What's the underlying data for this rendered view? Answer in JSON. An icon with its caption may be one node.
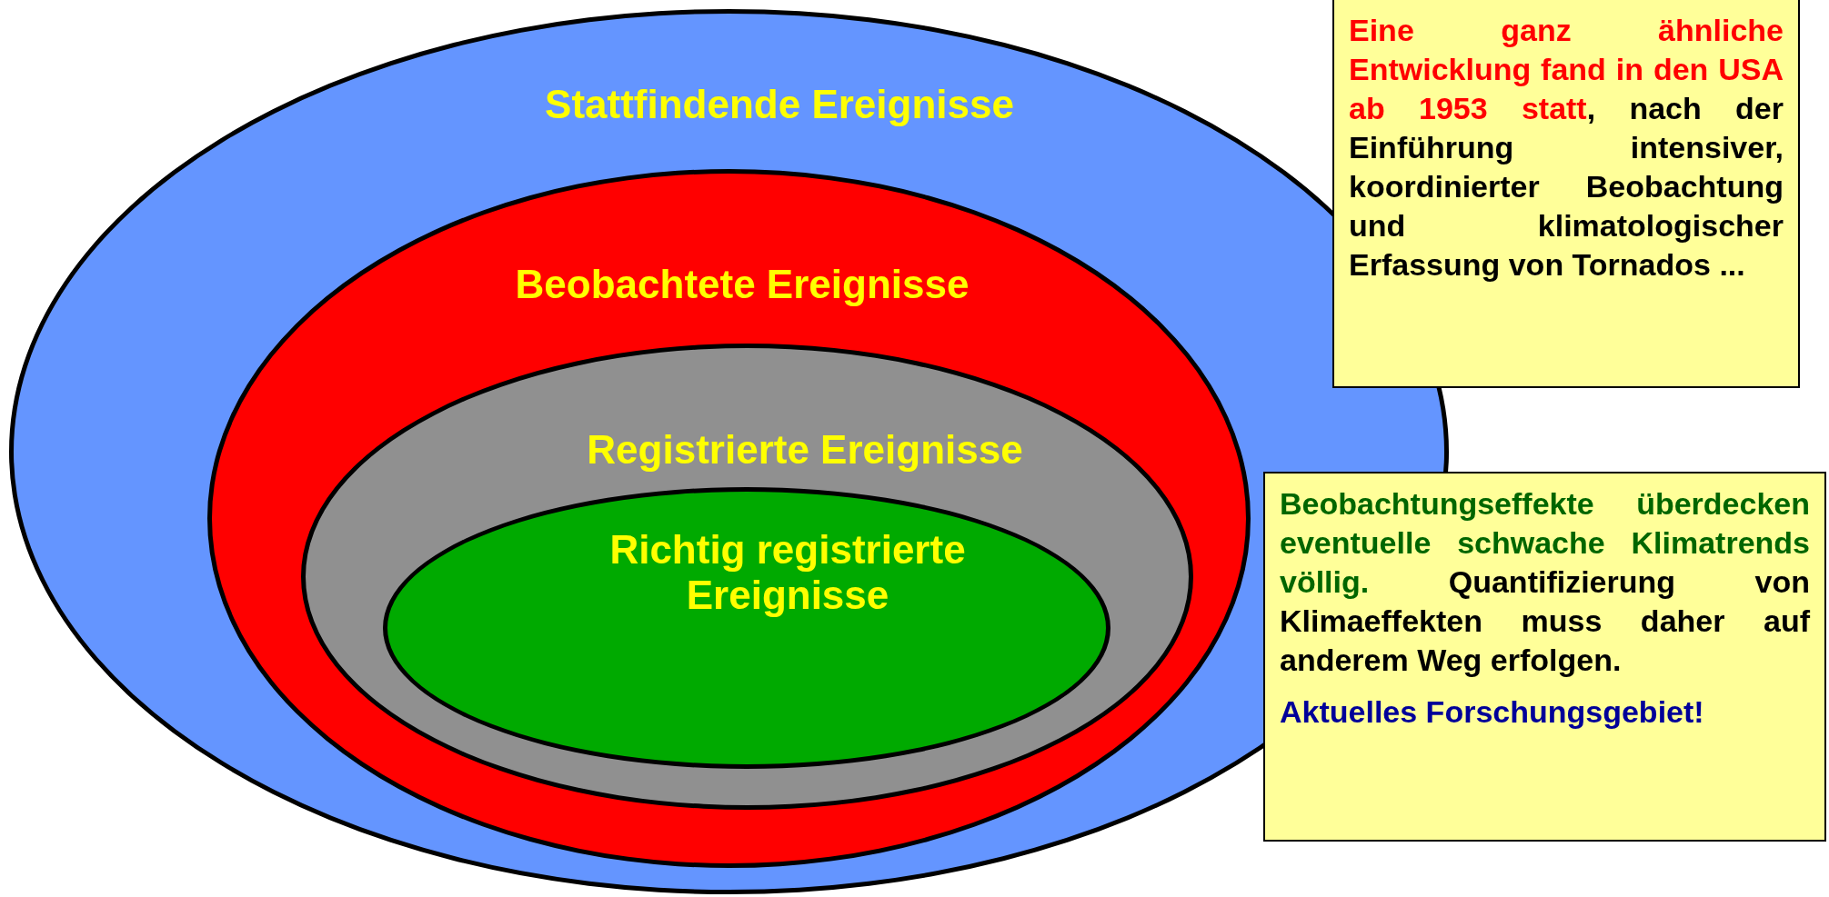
{
  "diagram": {
    "nodes": [
      {
        "text": [
          "Stattfindende Ereignisse"
        ]
      },
      {
        "text": [
          "Beobachtete Ereignisse"
        ],
        "in": 0
      },
      {
        "text": [
          "Registrierte Ereignisse"
        ],
        "in": 1
      },
      {
        "text": [
          "Richtig registrierte Ereignisse"
        ],
        "in": 2
      },
      {
        "text": [
          "Eine ganz ähnliche Entwicklung fand in den USA ab 1953 statt",
          ", nach der Einführung intensiver, koordinierter Beobachtung und klimatologischer Erfassung von Tornados ..."
        ]
      },
      {
        "text": [
          "Beobachtungseffekte überdecken eventuelle schwache Klimatrends völlig.",
          "Quantifizierung von Klimaeffekten muss daher auf anderem Weg erfolgen.",
          "Aktuelles Forschungsgebiet!"
        ]
      }
    ],
    "edges": []
  }
}
